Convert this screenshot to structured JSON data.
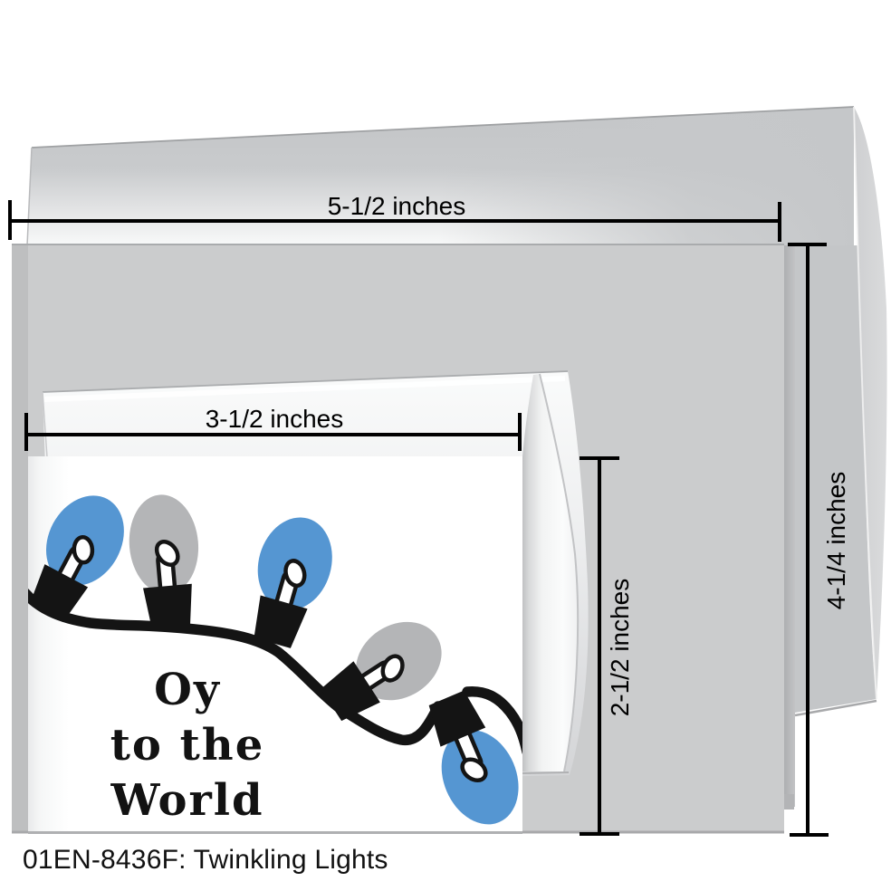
{
  "caption": "01EN-8436F: Twinkling Lights",
  "card": {
    "message_lines": [
      "Oy",
      "to the",
      "World"
    ]
  },
  "dimensions": {
    "envelope_card_width": "5-1/2 inches",
    "envelope_card_height": "4-1/4 inches",
    "small_card_width": "3-1/2 inches",
    "small_card_height": "2-1/2 inches"
  },
  "illustration": {
    "name": "twinkling-lights-string",
    "bulb_colors": [
      "blue",
      "gray",
      "blue",
      "gray",
      "blue"
    ]
  },
  "colors": {
    "bulb-blue": "#5596d2",
    "bulb-gray": "#b4b5b7",
    "cord-black": "#141414",
    "large-card-gray": "#cbcccd",
    "envelope-gray": "#c7c8ca",
    "small-card-white": "#ffffff",
    "dimension-line": "#000000",
    "caption-text": "#111111"
  }
}
